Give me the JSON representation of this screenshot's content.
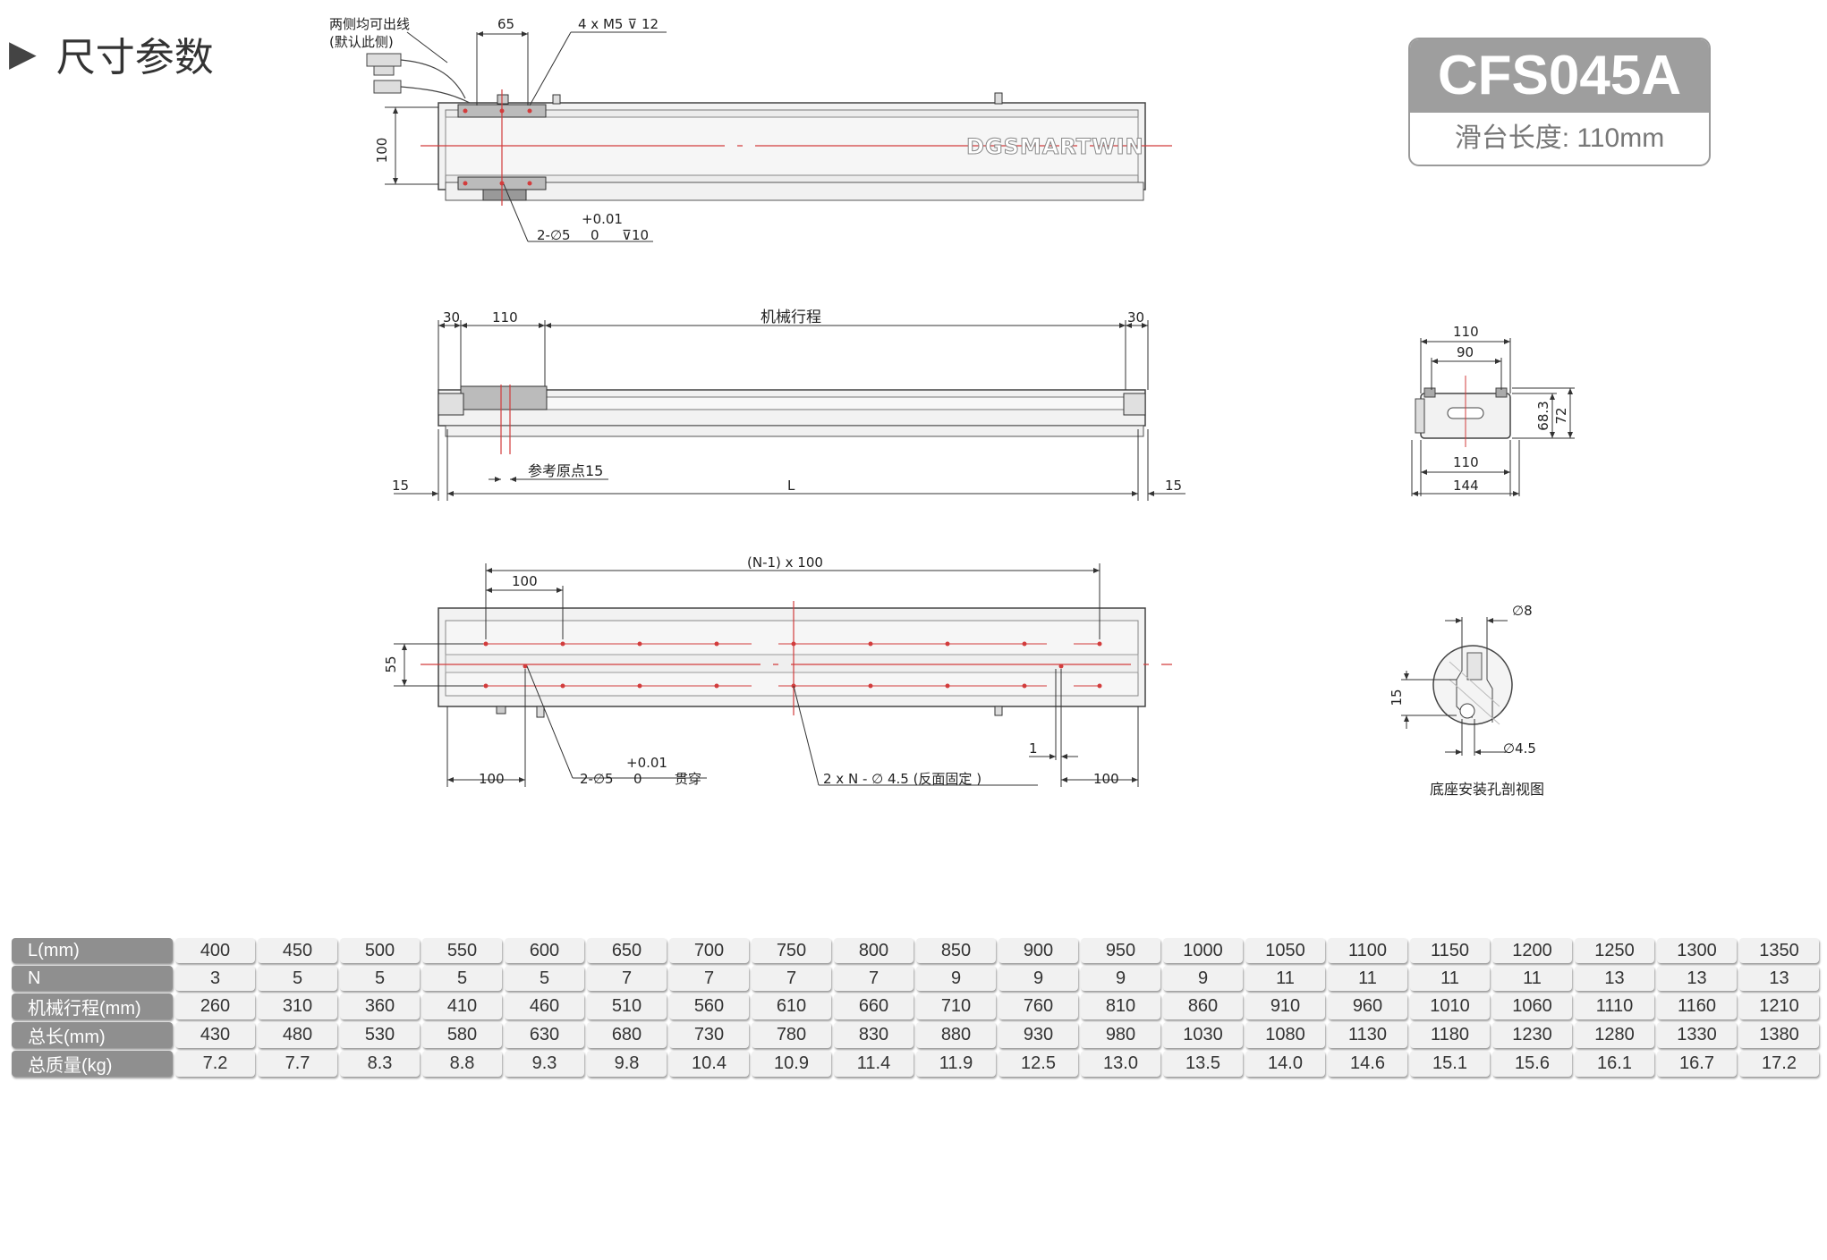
{
  "header": {
    "title": "尺寸参数",
    "arrow_icon": "play-arrow-icon"
  },
  "model": {
    "name": "CFS045A",
    "slide_length": "滑台长度: 110mm"
  },
  "top_view": {
    "cable_note_1": "两侧均可出线",
    "cable_note_2": "(默认此侧)",
    "dim_65": "65",
    "dim_hole": "4 x M5 ⊽ 12",
    "dim_100": "100",
    "tol_plus": "+0.01",
    "pin_hole": "2-∅5",
    "tol_zero": "0",
    "pin_depth": "⊽10",
    "brand": "DGSMARTWIN"
  },
  "side_view": {
    "dim_30_left": "30",
    "dim_110": "110",
    "stroke": "机械行程",
    "dim_30_right": "30",
    "dim_15_left": "15",
    "origin": "参考原点15",
    "dim_L": "L",
    "dim_15_right": "15"
  },
  "bottom_view": {
    "pitch": "(N-1) x 100",
    "dim_100_top": "100",
    "dim_55": "55",
    "tol_plus": "+0.01",
    "dim_1": "1",
    "dim_100_left": "100",
    "pin_hole": "2-∅5",
    "tol_zero": "0",
    "through": "贯穿",
    "mount_hole": "2 x N - ∅ 4.5 (反面固定 )",
    "dim_100_right": "100"
  },
  "end_view": {
    "dim_110_top": "110",
    "dim_90": "90",
    "dim_68": "68.3",
    "dim_72": "72",
    "dim_110_bottom": "110",
    "dim_144": "144"
  },
  "section_view": {
    "dim_8": "∅8",
    "dim_15": "15",
    "dim_45": "∅4.5",
    "caption": "底座安装孔剖视图"
  },
  "table": {
    "rows": [
      {
        "label": "L(mm)",
        "values": [
          "400",
          "450",
          "500",
          "550",
          "600",
          "650",
          "700",
          "750",
          "800",
          "850",
          "900",
          "950",
          "1000",
          "1050",
          "1100",
          "1150",
          "1200",
          "1250",
          "1300",
          "1350"
        ]
      },
      {
        "label": "N",
        "values": [
          "3",
          "5",
          "5",
          "5",
          "5",
          "7",
          "7",
          "7",
          "7",
          "9",
          "9",
          "9",
          "9",
          "11",
          "11",
          "11",
          "11",
          "13",
          "13",
          "13"
        ]
      },
      {
        "label": "机械行程(mm)",
        "values": [
          "260",
          "310",
          "360",
          "410",
          "460",
          "510",
          "560",
          "610",
          "660",
          "710",
          "760",
          "810",
          "860",
          "910",
          "960",
          "1010",
          "1060",
          "1110",
          "1160",
          "1210"
        ]
      },
      {
        "label": "总长(mm)",
        "values": [
          "430",
          "480",
          "530",
          "580",
          "630",
          "680",
          "730",
          "780",
          "830",
          "880",
          "930",
          "980",
          "1030",
          "1080",
          "1130",
          "1180",
          "1230",
          "1280",
          "1330",
          "1380"
        ]
      },
      {
        "label": "总质量(kg)",
        "values": [
          "7.2",
          "7.7",
          "8.3",
          "8.8",
          "9.3",
          "9.8",
          "10.4",
          "10.9",
          "11.4",
          "11.9",
          "12.5",
          "13.0",
          "13.5",
          "14.0",
          "14.6",
          "15.1",
          "15.6",
          "16.1",
          "16.7",
          "17.2"
        ]
      }
    ]
  },
  "colors": {
    "header_cell": "#8f8f8f",
    "value_cell": "#f1f1f1",
    "centerline": "#d23c3c",
    "card_top": "#9e9e9e"
  }
}
